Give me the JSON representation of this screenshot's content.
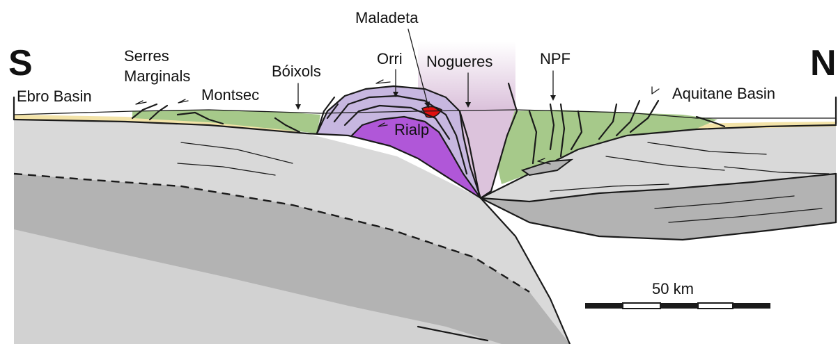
{
  "direction": {
    "south": "S",
    "north": "N"
  },
  "labels": {
    "ebro_basin": "Ebro Basin",
    "serres_marginals_line1": "Serres",
    "serres_marginals_line2": "Marginals",
    "montsec": "Montsec",
    "boixols": "Bóixols",
    "orri": "Orri",
    "maladeta": "Maladeta",
    "nogueres": "Nogueres",
    "npf": "NPF",
    "aquitane_basin": "Aquitane Basin",
    "rialp": "Rialp"
  },
  "scale_bar": {
    "label": "50 km"
  },
  "colors": {
    "upper_crust": "#d9d9d9",
    "lower_crust": "#b3b3b3",
    "sediment_green": "#a6c98a",
    "basin_sand": "#f3e3a8",
    "orri_lavender": "#c7b7e0",
    "rialp_purple": "#b057d8",
    "nogueres_pink": "#dcc3dc",
    "maladeta_red": "#e01010",
    "line": "#1a1a1a"
  }
}
